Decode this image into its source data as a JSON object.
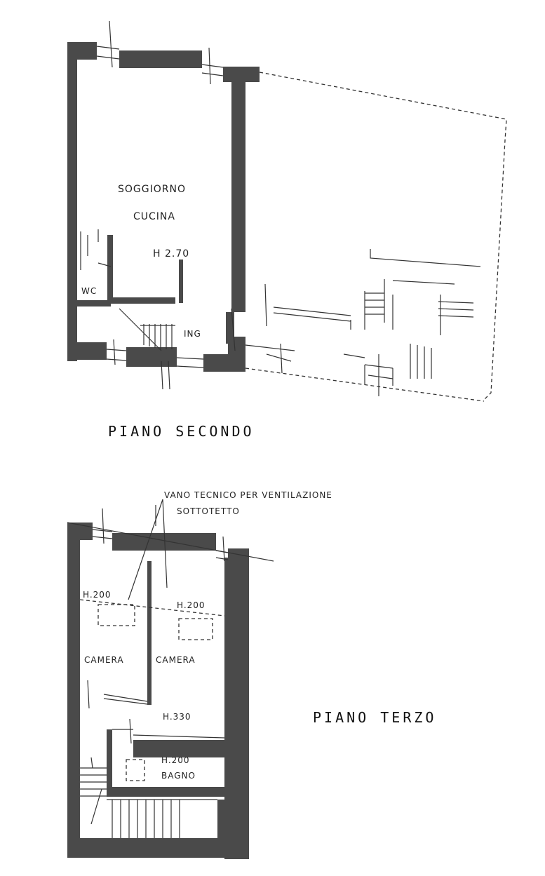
{
  "floors": [
    {
      "title": "PIANO SECONDO",
      "rooms": [
        {
          "label": "SOGGIORNO"
        },
        {
          "label": "CUCINA"
        },
        {
          "label": "H 2.70"
        },
        {
          "label": "WC"
        },
        {
          "label": "ING"
        }
      ]
    },
    {
      "title": "PIANO TERZO",
      "annotation": [
        "VANO TECNICO PER VENTILAZIONE",
        "SOTTOTETTO"
      ],
      "rooms": [
        {
          "label": "H.200"
        },
        {
          "label": "H.200"
        },
        {
          "label": "CAMERA"
        },
        {
          "label": "CAMERA"
        },
        {
          "label": "H.330"
        },
        {
          "label": "H.200"
        },
        {
          "label": "BAGNO"
        }
      ]
    }
  ]
}
